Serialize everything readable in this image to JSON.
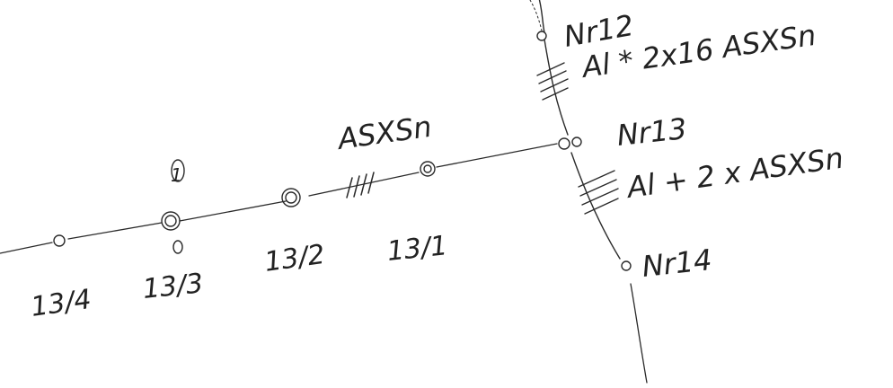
{
  "labels": {
    "pole_12": "Nr12",
    "pole_13": "Nr13",
    "pole_14": "Nr14",
    "cable_top": "Al * 2x16 ASXSn",
    "cable_bottom": "Al + 2 x ASXSn",
    "cable_main": "ASXSn",
    "pole_13_1": "13/1",
    "pole_13_2": "13/2",
    "pole_13_3": "13/3",
    "pole_13_4": "13/4",
    "marker_1": "1"
  }
}
